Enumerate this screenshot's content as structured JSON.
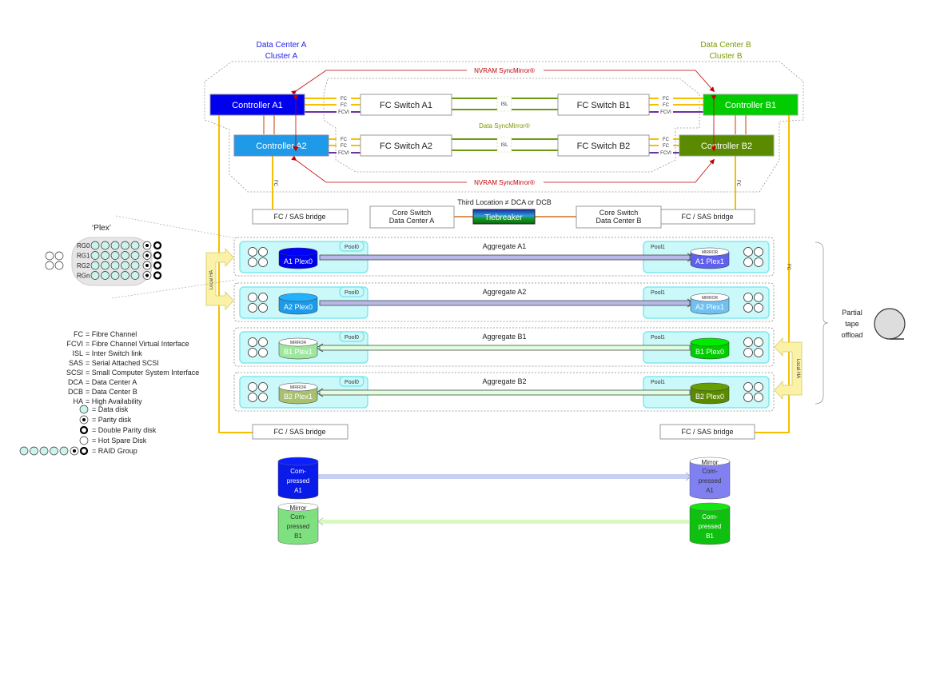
{
  "datacenters": {
    "a": {
      "line1": "Data Center A",
      "line2": "Cluster A",
      "color": "#2222ee"
    },
    "b": {
      "line1": "Data Center B",
      "line2": "Cluster B",
      "color": "#7a9a00"
    }
  },
  "controllers": {
    "a1": {
      "label": "Controller A1",
      "color": "#0000ee"
    },
    "a2": {
      "label": "Controller A2",
      "color": "#1e9ae8"
    },
    "b1": {
      "label": "Controller B1",
      "color": "#00cc00"
    },
    "b2": {
      "label": "Controller B2",
      "color": "#5a8a00"
    }
  },
  "switches": {
    "a1": "FC Switch A1",
    "a2": "FC Switch A2",
    "b1": "FC Switch B1",
    "b2": "FC Switch B2"
  },
  "links": {
    "fc": "FC",
    "fcvi": "FCVI",
    "isl": "ISL",
    "fc_color": "#f5c000",
    "fcvi_color": "#7030a0",
    "isl_color": "#6a9a10"
  },
  "nvram_label": "NVRAM SyncMirror®",
  "data_syncmirror_label": "Data SyncMirror®",
  "bridge_label": "FC / SAS bridge",
  "core_switch_a": {
    "line1": "Core Switch",
    "line2": "Data Center A"
  },
  "core_switch_b": {
    "line1": "Core Switch",
    "line2": "Data Center B"
  },
  "third_location": "Third Location ≠ DCA or DCB",
  "tiebreaker": "Tiebreaker",
  "local_ha": "Local HA",
  "aggregates": [
    {
      "name": "Aggregate A1",
      "left_pool": "Pool0",
      "right_pool": "Pool1",
      "left_plex": "A1 Plex0",
      "right_plex": "A1 Plex1",
      "mirror_side": "right"
    },
    {
      "name": "Aggregate A2",
      "left_pool": "Pool0",
      "right_pool": "Pool1",
      "left_plex": "A2 Plex0",
      "right_plex": "A2 Plex1",
      "mirror_side": "right"
    },
    {
      "name": "Aggregate B1",
      "left_pool": "Pool0",
      "right_pool": "Pool1",
      "left_plex": "B1 Plex1",
      "right_plex": "B1 Plex0",
      "mirror_side": "left"
    },
    {
      "name": "Aggregate B2",
      "left_pool": "Pool0",
      "right_pool": "Pool1",
      "left_plex": "B2 Plex1",
      "right_plex": "B2 Plex0",
      "mirror_side": "left"
    }
  ],
  "mirror_tag": "MIRROR",
  "plex_callout": {
    "title": "‘Plex’",
    "rows": [
      "RG0",
      "RG1",
      "RG2",
      "RGn"
    ]
  },
  "legend": [
    {
      "abbr": "FC",
      "text": "= Fibre Channel"
    },
    {
      "abbr": "FCVI",
      "text": "= Fibre Channel Virtual Interface"
    },
    {
      "abbr": "ISL",
      "text": "= Inter Switch link"
    },
    {
      "abbr": "SAS",
      "text": "= Serial Attached SCSI"
    },
    {
      "abbr": "SCSI",
      "text": "= Small Computer System Interface"
    },
    {
      "abbr": "DCA",
      "text": "= Data Center A"
    },
    {
      "abbr": "DCB",
      "text": "= Data Center B"
    },
    {
      "abbr": "HA",
      "text": "= High Availability"
    }
  ],
  "disk_legend": [
    {
      "icon": "data-disk",
      "text": "= Data disk"
    },
    {
      "icon": "parity-disk",
      "text": "= Parity disk"
    },
    {
      "icon": "double-parity-disk",
      "text": "= Double Parity disk"
    },
    {
      "icon": "hot-spare-disk",
      "text": "= Hot Spare Disk"
    },
    {
      "icon": "raid-group",
      "text": "= RAID Group"
    }
  ],
  "tape": {
    "line1": "Partial",
    "line2": "tape",
    "line3": "offload"
  },
  "compressed": {
    "a1_src": {
      "l1": "Com-",
      "l2": "pressed",
      "l3": "A1"
    },
    "a1_dst": {
      "tag": "Mirror",
      "l1": "Com-",
      "l2": "pressed",
      "l3": "A1"
    },
    "b1_dst": {
      "tag": "Mirror",
      "l1": "Com-",
      "l2": "pressed",
      "l3": "B1"
    },
    "b1_src": {
      "l1": "Com-",
      "l2": "pressed",
      "l3": "B1"
    }
  }
}
